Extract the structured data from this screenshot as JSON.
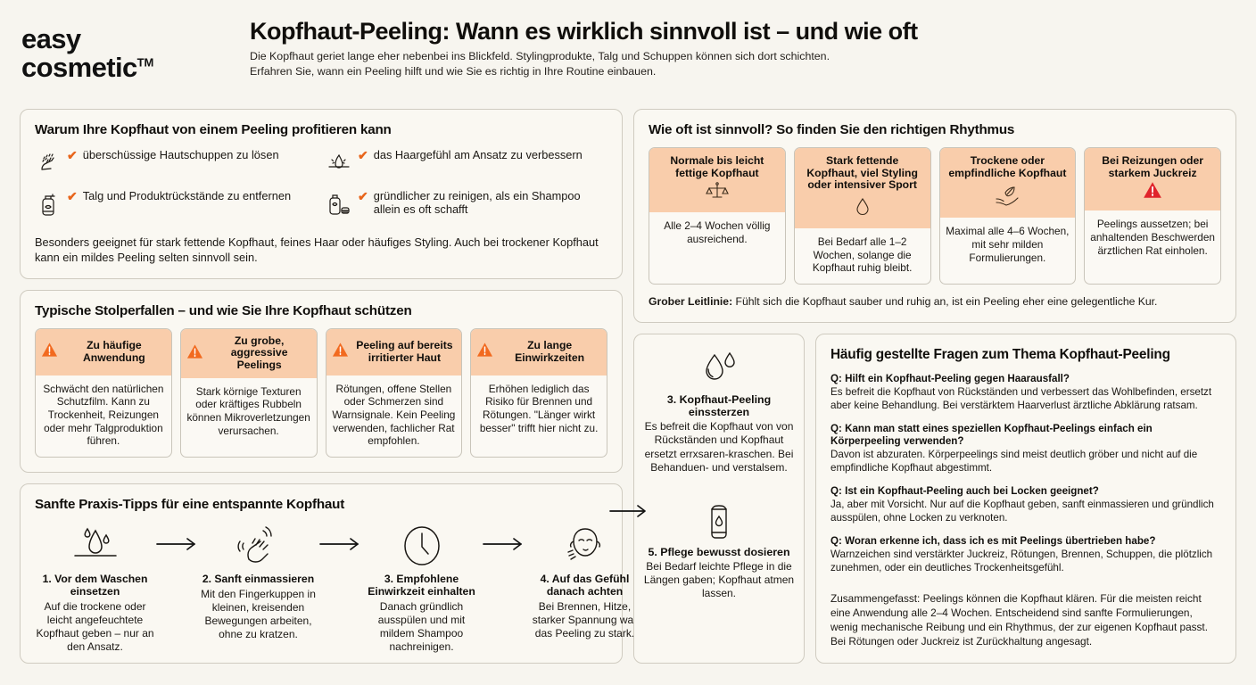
{
  "brand": {
    "line1": "easy",
    "line2": "cosmetic",
    "tm": "TM"
  },
  "header": {
    "title": "Kopfhaut-Peeling: Wann es wirklich sinnvoll ist – und wie oft",
    "subtitle_line1": "Die Kopfhaut geriet lange eher nebenbei ins Blickfeld. Stylingprodukte, Talg und Schuppen können sich dort schichten.",
    "subtitle_line2": "Erfahren Sie, wann ein Peeling hilft und wie Sie es richtig in Ihre Routine einbauen."
  },
  "benefits": {
    "title": "Warum Ihre Kopfhaut von einem Peeling profitieren kann",
    "check": "✔",
    "items": [
      {
        "icon": "washing-hands-icon",
        "text": "überschüssige Hautschuppen zu lösen"
      },
      {
        "icon": "hair-follicle-icon",
        "text": "das Haargefühl am Ansatz zu verbessern"
      },
      {
        "icon": "spray-bottle-icon",
        "text": "Talg und Produktrückstände zu entfernen"
      },
      {
        "icon": "shampoo-bottle-icon",
        "text": "gründlicher zu reinigen, als ein Shampoo allein es oft schafft"
      }
    ],
    "note": "Besonders geeignet für stark fettende Kopfhaut, feines Haar oder häufiges Styling. Auch bei trockener Kopfhaut kann ein mildes Peeling selten sinnvoll sein."
  },
  "pitfalls": {
    "title": "Typische Stolperfallen – und wie Sie Ihre Kopfhaut schützen",
    "cards": [
      {
        "icon": "warning-triangle-icon",
        "title": "Zu häufige Anwendung",
        "body": "Schwächt den natürlichen Schutzfilm. Kann zu Trockenheit, Reizungen oder mehr Talgproduktion führen."
      },
      {
        "icon": "warning-triangle-icon",
        "title": "Zu grobe, aggressive Peelings",
        "body": "Stark körnige Texturen oder kräftiges Rubbeln können Mikroverletzungen verursachen."
      },
      {
        "icon": "warning-triangle-icon",
        "title": "Peeling auf bereits irritierter Haut",
        "body": "Rötungen, offene Stellen oder Schmerzen sind Warnsignale. Kein Peeling verwenden, fachlicher Rat empfohlen."
      },
      {
        "icon": "warning-triangle-icon",
        "title": "Zu lange Einwirkzeiten",
        "body": "Erhöhen lediglich das Risiko für Brennen und Rötungen. \"Länger wirkt besser\" trifft hier nicht zu."
      }
    ]
  },
  "steps": {
    "title": "Sanfte Praxis-Tipps für eine entspannte Kopfhaut",
    "arrow": "→",
    "items": [
      {
        "icon": "hair-follicle-drop-icon",
        "title": "1. Vor dem Waschen einsetzen",
        "desc": "Auf die trockene oder leicht angefeuchtete Kopfhaut geben – nur an den Ansatz."
      },
      {
        "icon": "massaging-hand-icon",
        "title": "2. Sanft einmassieren",
        "desc": "Mit den Fingerkuppen in kleinen, kreisenden Bewegungen arbeiten, ohne zu kratzen."
      },
      {
        "icon": "clock-icon",
        "title": "3. Empfohlene Einwirkzeit einhalten",
        "desc": "Danach gründlich ausspülen und mit mildem Shampoo nachreinigen."
      },
      {
        "icon": "face-icon",
        "title": "4. Auf das Gefühl danach achten",
        "desc": "Bei Brennen, Hitze, starker Spannung war das Peeling zu stark."
      }
    ]
  },
  "rhythm": {
    "title": "Wie oft ist sinnvoll? So finden Sie den richtigen Rhythmus",
    "cards": [
      {
        "icon": "balance-scale-icon",
        "title": "Normale bis leicht fettige Kopfhaut",
        "body": "Alle 2–4 Wochen völlig ausreichend."
      },
      {
        "icon": "water-drop-icon",
        "title": "Stark fettende Kopfhaut, viel Styling oder intensiver Sport",
        "body": "Bei Bedarf alle 1–2 Wochen, solange die Kopfhaut ruhig bleibt."
      },
      {
        "icon": "hand-leaf-icon",
        "title": "Trockene oder empfindliche Kopfhaut",
        "body": "Maximal alle 4–6 Wochen, mit sehr milden Formulierungen."
      },
      {
        "icon": "warning-triangle-red-icon",
        "title": "Bei Reizungen oder starkem Juckreiz",
        "body": "Peelings aussetzen; bei anhaltenden Beschwerden ärztlichen Rat einholen."
      }
    ],
    "guideline_label": "Grober Leitlinie:",
    "guideline_text": " Fühlt sich die Kopfhaut sauber und ruhig an, ist ein Peeling eher eine gelegentliche Kur."
  },
  "vsteps": {
    "arrow": "→",
    "items": [
      {
        "icon": "water-drops-icon",
        "title": "3. Kopfhaut-Peeling einssterzen",
        "desc": "Es befreit die Kopfhaut von von Rückständen und Kopfhaut ersetzt errxsaren-kraschen. Bei Behanduen- und verstalsem."
      },
      {
        "icon": "cream-tube-icon",
        "title": "5. Pflege bewusst dosieren",
        "desc": "Bei Bedarf leichte Pflege in die Längen gaben; Kopfhaut atmen lassen."
      }
    ]
  },
  "faq": {
    "title": "Häufig gestellte Fragen zum Thema Kopfhaut-Peeling",
    "items": [
      {
        "q": "Q: Hilft ein Kopfhaut-Peeling gegen Haarausfall?",
        "a": "Es befreit die Kopfhaut von Rückständen und verbessert das Wohlbefinden, ersetzt aber keine Behandlung. Bei verstärktem Haarverlust ärztliche Abklärung ratsam."
      },
      {
        "q": "Q: Kann man statt eines speziellen Kopfhaut-Peelings einfach ein Körperpeeling verwenden?",
        "a": "Davon ist abzuraten. Körperpeelings sind meist deutlich gröber und nicht auf die empfindliche Kopfhaut abgestimmt."
      },
      {
        "q": "Q: Ist ein Kopfhaut-Peeling auch bei Locken geeignet?",
        "a": "Ja, aber mit Vorsicht. Nur auf die Kopfhaut geben, sanft einmassieren und gründlich ausspülen, ohne Locken zu verknoten."
      },
      {
        "q": "Q: Woran erkenne ich, dass ich es mit Peelings übertrieben habe?",
        "a": "Warnzeichen sind verstärkter Juckreiz, Rötungen, Brennen, Schuppen, die plötzlich zunehmen, oder ein deutliches Trockenheitsgefühl."
      }
    ],
    "summary": "Zusammengefasst: Peelings können die Kopfhaut klären. Für die meisten reicht eine Anwendung alle 2–4 Wochen. Entscheidend sind sanfte Formulierungen, wenig mechanische Reibung und ein Rhythmus, der zur eigenen Kopfhaut passt. Bei Rötungen oder Juckreiz ist Zurückhaltung angesagt."
  },
  "colors": {
    "page_bg": "#F7F5EF",
    "panel_bg": "#FAF8F2",
    "panel_border": "#CFCBC0",
    "card_head_bg": "#F9CDAB",
    "accent_orange": "#E8651B",
    "warning_red": "#E0242B",
    "text": "#16130F"
  }
}
